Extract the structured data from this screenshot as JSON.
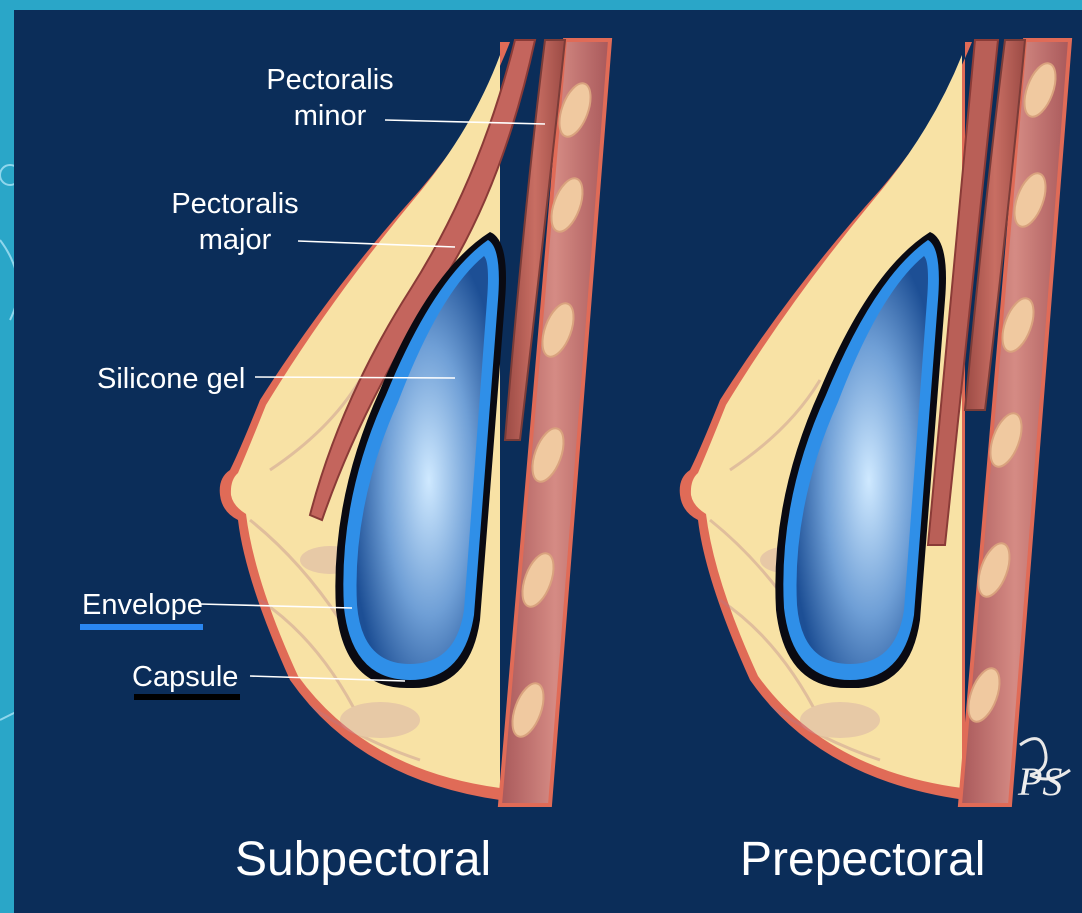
{
  "labels": {
    "pectoralis_minor": [
      "Pectoralis",
      "minor"
    ],
    "pectoralis_major": [
      "Pectoralis",
      "major"
    ],
    "silicone_gel": "Silicone gel",
    "envelope": "Envelope",
    "capsule": "Capsule"
  },
  "captions": {
    "left": "Subpectoral",
    "right": "Prepectoral"
  },
  "logo_text": "PS",
  "colors": {
    "frame": "#2aa6c8",
    "background": "#0b2d59",
    "skin": "#e06b57",
    "fat": "#f8e2a5",
    "muscle": "#b95f57",
    "envelope": "#2f8fe8",
    "capsule": "#0a0a12",
    "envelope_legend": "#2a86f0",
    "capsule_legend": "#000000"
  },
  "icons": [
    "logo-icon"
  ]
}
